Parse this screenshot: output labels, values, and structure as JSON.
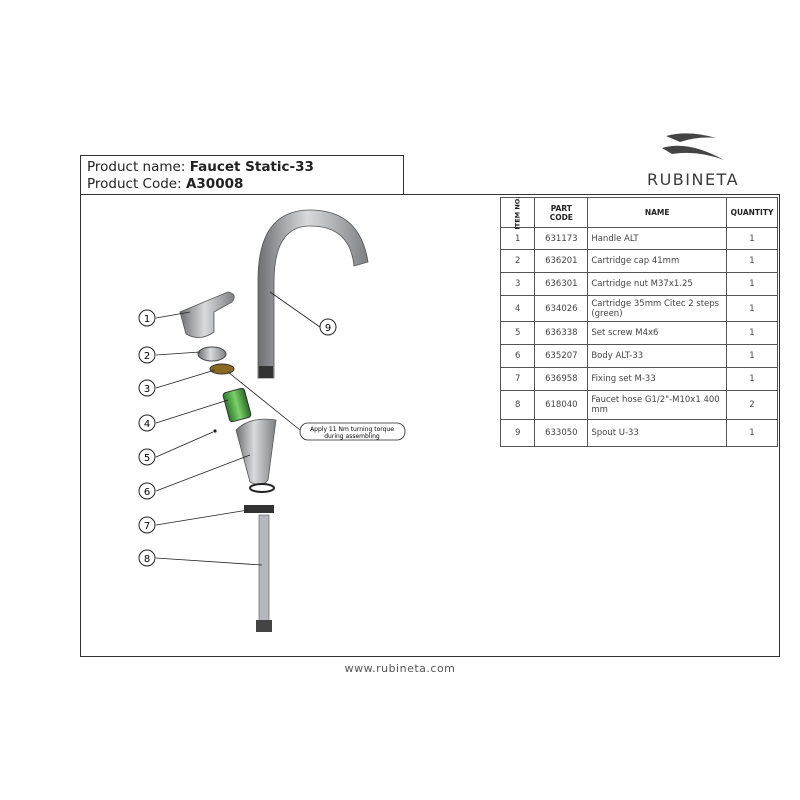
{
  "header": {
    "name_label": "Product name: ",
    "name_value": "Faucet Static-33",
    "code_label": "Product Code: ",
    "code_value": "A30008"
  },
  "logo": {
    "text": "RUBINETA"
  },
  "table": {
    "columns": {
      "item": "ITEM NO.",
      "code": "PART CODE",
      "name": "NAME",
      "qty": "QUANTITY"
    },
    "rows": [
      {
        "item": "1",
        "code": "631173",
        "name": "Handle ALT",
        "qty": "1"
      },
      {
        "item": "2",
        "code": "636201",
        "name": "Cartridge cap 41mm",
        "qty": "1"
      },
      {
        "item": "3",
        "code": "636301",
        "name": "Cartridge nut  M37x1.25",
        "qty": "1"
      },
      {
        "item": "4",
        "code": "634026",
        "name": "Cartridge 35mm Citec 2 steps (green)",
        "qty": "1"
      },
      {
        "item": "5",
        "code": "636338",
        "name": "Set screw M4x6",
        "qty": "1"
      },
      {
        "item": "6",
        "code": "635207",
        "name": "Body ALT-33",
        "qty": "1"
      },
      {
        "item": "7",
        "code": "636958",
        "name": "Fixing set M-33",
        "qty": "1"
      },
      {
        "item": "8",
        "code": "618040",
        "name": "Faucet hose G1/2\"-M10x1 400 mm",
        "qty": "2"
      },
      {
        "item": "9",
        "code": "633050",
        "name": "Spout U-33",
        "qty": "1"
      }
    ]
  },
  "diagram": {
    "callouts": [
      "1",
      "2",
      "3",
      "4",
      "5",
      "6",
      "7",
      "8",
      "9"
    ],
    "note_line1": "Apply 11 Nm turning torque",
    "note_line2": "during assembling"
  },
  "footer": {
    "url": "www.rubineta.com"
  }
}
